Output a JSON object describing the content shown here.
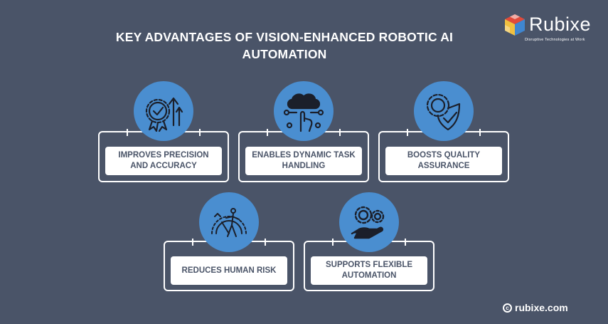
{
  "title": "KEY ADVANTAGES OF VISION-ENHANCED ROBOTIC AI AUTOMATION",
  "logo": {
    "word": "Rubixe",
    "tagline": "Disruptive Technologies at Work"
  },
  "cards": [
    {
      "label": "IMPROVES PRECISION AND ACCURACY",
      "icon": "gear-badge-arrows-icon"
    },
    {
      "label": "ENABLES DYNAMIC TASK HANDLING",
      "icon": "cloud-hand-network-icon"
    },
    {
      "label": "BOOSTS QUALITY ASSURANCE",
      "icon": "gear-shield-check-icon"
    },
    {
      "label": "REDUCES HUMAN RISK",
      "icon": "person-speedometer-icon"
    },
    {
      "label": "SUPPORTS FLEXIBLE AUTOMATION",
      "icon": "gears-hand-icon"
    }
  ],
  "footer": {
    "copyright": "rubixe.com"
  },
  "colors": {
    "background": "#4a5468",
    "accent": "#4a8ed0",
    "text": "#ffffff"
  }
}
